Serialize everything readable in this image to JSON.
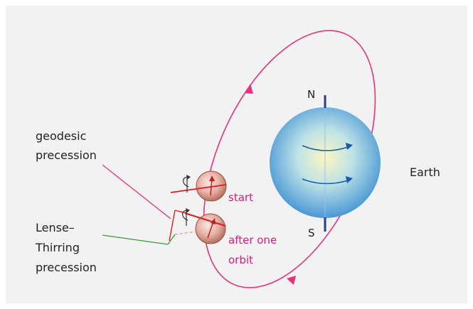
{
  "labels": {
    "north": "N",
    "south": "S",
    "earth": "Earth",
    "start": "start",
    "after_line1": "after one",
    "after_line2": "orbit",
    "geodesic_line1": "geodesic",
    "geodesic_line2": "precession",
    "lense_line1": "Lense–",
    "lense_line2": "Thirring",
    "lense_line3": "precession"
  },
  "colors": {
    "orbit": "#e8317a",
    "magenta_text": "#d41f78",
    "earth_axis": "#2a3e8c",
    "earth_arrow": "#1b5aa6",
    "gyro_red": "#d42020",
    "lense_green": "#3a9a3a",
    "label_text": "#222222",
    "panel_bg": "#f2f2f2"
  }
}
